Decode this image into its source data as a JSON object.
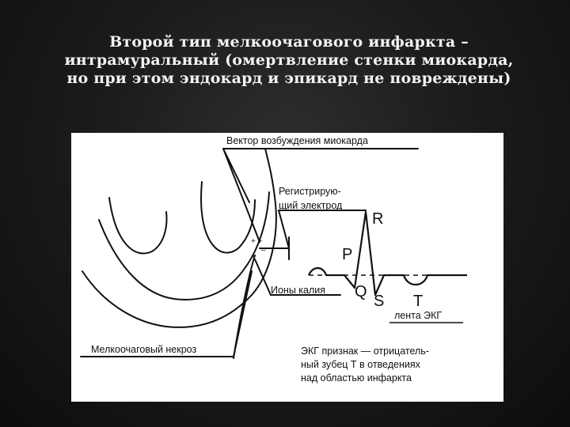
{
  "slide": {
    "title": "Второй тип мелкоочагового инфаркта – интрамуральный (омертвление стенки миокарда, но при этом эндокард и эпикард не повреждены)"
  },
  "diagram": {
    "labels": {
      "vector": "Вектор возбуждения миокарда",
      "electrode_line1": "Регистрирую-",
      "electrode_line2": "щий электрод",
      "ions": "Ионы калия",
      "necrosis": "Мелкоочаговый некроз",
      "ecg_tape": "лента ЭКГ",
      "sign_line1": "ЭКГ признак — отрицатель-",
      "sign_line2": "ный зубец Т в отведениях",
      "sign_line3": "над областью инфаркта"
    },
    "waves": {
      "p": "P",
      "q": "Q",
      "r": "R",
      "s": "S",
      "t": "T"
    },
    "charges": {
      "plus": "+ +",
      "minus": "–",
      "plus_mid": "+"
    }
  }
}
